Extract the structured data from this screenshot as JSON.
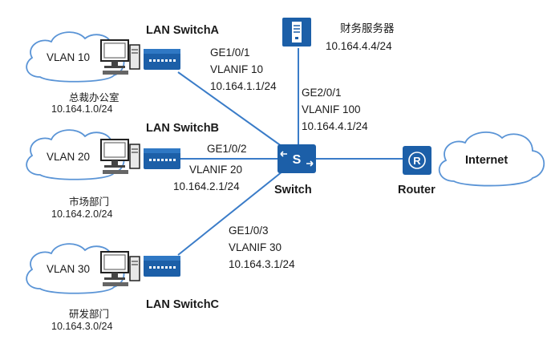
{
  "switch_a": {
    "name": "LAN SwitchA",
    "port": "GE1/0/1",
    "vlanif": "VLANIF 10",
    "ip": "10.164.1.1/24",
    "cloud_label": "VLAN 10",
    "dept": "总裁办公室",
    "subnet": "10.164.1.0/24"
  },
  "switch_b": {
    "name": "LAN SwitchB",
    "port": "GE1/0/2",
    "vlanif": "VLANIF 20",
    "ip": "10.164.2.1/24",
    "cloud_label": "VLAN 20",
    "dept": "市场部门",
    "subnet": "10.164.2.0/24"
  },
  "switch_c": {
    "name": "LAN SwitchC",
    "port": "GE1/0/3",
    "vlanif": "VLANIF 30",
    "ip": "10.164.3.1/24",
    "cloud_label": "VLAN 30",
    "dept": "研发部门",
    "subnet": "10.164.3.0/24"
  },
  "server": {
    "name": "财务服务器",
    "ip": "10.164.4.4/24",
    "port": "GE2/0/1",
    "vlanif": "VLANIF 100",
    "gateway": "10.164.4.1/24"
  },
  "core_switch": {
    "name": "Switch",
    "icon_letter": "S"
  },
  "router": {
    "name": "Router",
    "icon_letter": "R"
  },
  "internet": {
    "label": "Internet"
  },
  "colors": {
    "device_blue": "#1c5fa8",
    "link_blue": "#3a7cc8",
    "cloud_fill": "#ffffff",
    "cloud_stroke": "#5a94d6"
  }
}
